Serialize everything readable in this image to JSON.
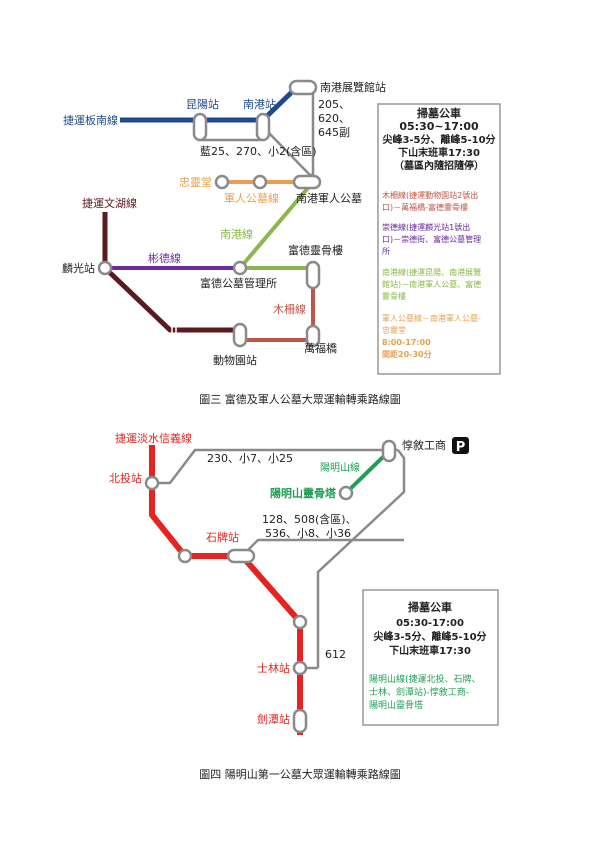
{
  "map1": {
    "caption": "圖三  富德及軍人公墓大眾運輸轉乘路線圖",
    "lines": {
      "bannan": "捷運板南線",
      "wenhu": "捷運文湖線",
      "binde": "彬德線",
      "nangang": "南港線",
      "military": "軍人公墓線",
      "muzha": "木柵線"
    },
    "stations": {
      "kunyang": "昆陽站",
      "nangang": "南港站",
      "expo": "南港展覽館站",
      "linguang": "麟光站",
      "zhongling": "忠靈堂",
      "nangang_military": "南港軍人公墓",
      "fude_mgmt": "富德公墓管理所",
      "fude_ling": "富德靈骨樓",
      "wanfuqiao": "萬福橋",
      "zoo": "動物園站"
    },
    "bus_routes": {
      "r1": "205、",
      "r2": "620、",
      "r3": "645副",
      "r4": "藍25、270、小2(含區)"
    },
    "info_box": {
      "title": "掃墓公車",
      "hours": "05:30~17:00",
      "freq": "尖峰3-5分、離峰5-10分",
      "last": "下山末班車17:30",
      "note": "（墓區內隨招隨停）",
      "route1": [
        "木柵線(捷運動物園站2號出",
        "口)－萬福橋-富德靈骨樓"
      ],
      "route2": [
        "崇德線(捷運麟光站1號出",
        "口)－崇德街、富德公墓管理",
        "所"
      ],
      "route3": [
        "南港線(捷運昆陽、南港展覽",
        "館站)－南港軍人公墓、富德",
        "靈骨樓"
      ],
      "route4": [
        "軍人公墓線－南港軍人公墓-",
        "忠靈堂"
      ],
      "route4_hours": "8:00-17:00",
      "route4_freq": "間距20-30分"
    }
  },
  "map2": {
    "caption": "圖四  陽明山第一公墓大眾運輸轉乘路線圖",
    "lines": {
      "tamsui": "捷運淡水信義線",
      "yangmingshan": "陽明山線"
    },
    "stations": {
      "beitou": "北投站",
      "shipai": "石牌站",
      "shilin": "士林站",
      "jiantan": "劍潭站",
      "fuxing": "惇敘工商",
      "ymsh_ling": "陽明山靈骨塔"
    },
    "parking_icon": "P",
    "bus_routes": {
      "r1": "230、小7、小25",
      "r2": "128、508(含區)、",
      "r3": "536、小8、小36",
      "r4": "612"
    },
    "info_box": {
      "title": "掃墓公車",
      "hours": "05:30-17:00",
      "freq": "尖峰3-5分、離峰5-10分",
      "last": "下山末班車17:30",
      "route": [
        "陽明山線(捷運北投、石牌、",
        "士林、劍潭站)-惇敘工商-",
        "陽明山靈骨塔"
      ]
    }
  },
  "colors": {
    "bannan": "#1f4a8a",
    "wenhu": "#5a1a1f",
    "binde": "#6b2aa0",
    "nangang": "#8ab84a",
    "military": "#e8a050",
    "muzha": "#c0544a",
    "tamsui": "#e8231f",
    "grey": "#8a8a8a",
    "green": "#1f9e54"
  }
}
